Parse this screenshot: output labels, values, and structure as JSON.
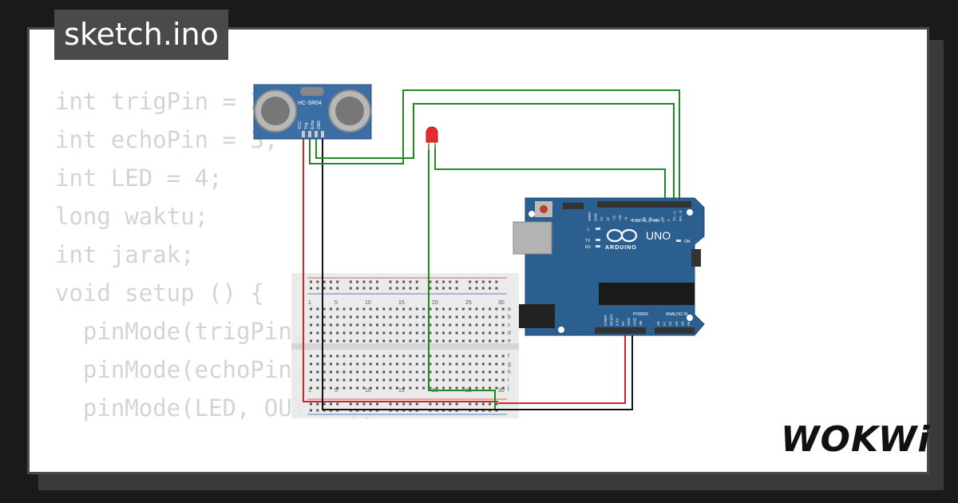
{
  "tab": {
    "label": "sketch.ino"
  },
  "code_lines": [
    "int trigPin = 2;",
    "int echoPin = 3;",
    "int LED = 4;",
    "long waktu;",
    "int jarak;",
    "",
    "",
    "void setup () {",
    "  pinMode(trigPin, OUTPUT);",
    "  pinMode(echoPin, INPUT);",
    "  pinMode(LED, OUTPUT);"
  ],
  "sensor": {
    "model": "HC-SR04",
    "pins": [
      "VCC",
      "Trig",
      "Echo",
      "GND"
    ]
  },
  "arduino": {
    "board": "UNO",
    "brand": "ARDUINO",
    "digital_label": "DIGITAL (PWM ~)",
    "power_label": "POWER",
    "analog_label": "ANALOG IN",
    "on_label": "ON",
    "l_label": "L",
    "tx_label": "TX",
    "rx_label": "RX",
    "digital_pins": [
      "AREF",
      "GND",
      "13",
      "12",
      "~11",
      "~10",
      "~9",
      "8",
      "7",
      "~6",
      "~5",
      "4",
      "~3",
      "2",
      "TX→1",
      "RX←0"
    ],
    "power_pins": [
      "IOREF",
      "RESET",
      "3.3V",
      "5V",
      "GND",
      "GND",
      "Vin"
    ],
    "analog_pins": [
      "A0",
      "A1",
      "A2",
      "A3",
      "A4",
      "A5"
    ]
  },
  "breadboard": {
    "column_numbers": [
      "1",
      "5",
      "10",
      "15",
      "20",
      "25",
      "30"
    ],
    "row_letters_top": [
      "a",
      "b",
      "c",
      "d",
      "e"
    ],
    "row_letters_bottom": [
      "f",
      "g",
      "h",
      "i",
      "j"
    ]
  },
  "colors": {
    "wire_red": "#e02020",
    "wire_black": "#111111",
    "wire_green": "#1f8a1f",
    "board_blue": "#2b5f8f",
    "sensor_blue": "#3b6ea5"
  },
  "brand_logo": "WOKWi"
}
